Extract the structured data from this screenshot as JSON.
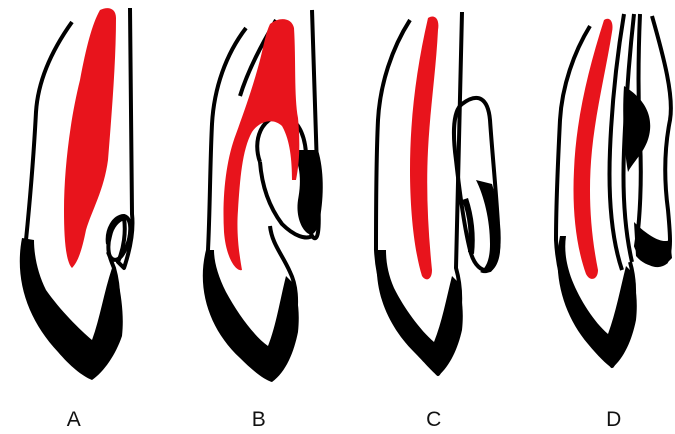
{
  "panels": [
    {
      "label": "A"
    },
    {
      "label": "B"
    },
    {
      "label": "C"
    },
    {
      "label": "D"
    }
  ],
  "colors": {
    "outline": "#000000",
    "tooth_fill": "#ffffff",
    "canal": "#e8141c"
  }
}
